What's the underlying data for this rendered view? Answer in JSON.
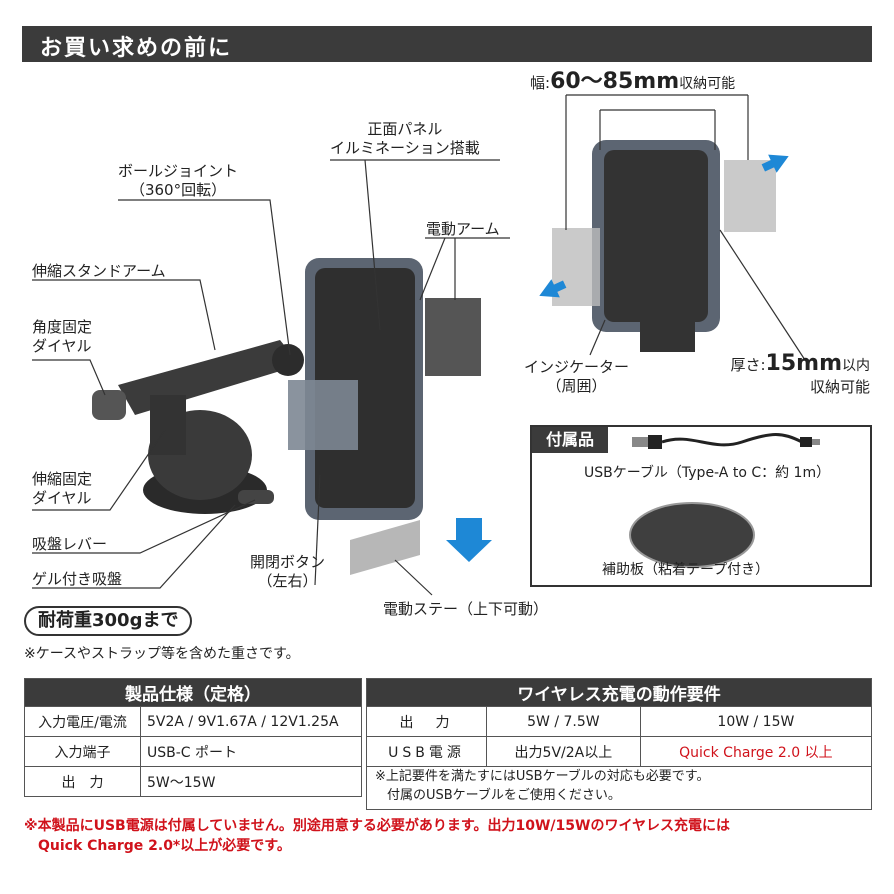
{
  "header": {
    "title": "お買い求めの前に"
  },
  "labels": {
    "ball_joint_1": "ボールジョイント",
    "ball_joint_2": "（360°回転）",
    "front_panel_1": "正面パネル",
    "front_panel_2": "イルミネーション搭載",
    "electric_arm": "電動アーム",
    "stand_arm": "伸縮スタンドアーム",
    "angle_dial_1": "角度固定",
    "angle_dial_2": "ダイヤル",
    "ext_dial_1": "伸縮固定",
    "ext_dial_2": "ダイヤル",
    "suction_lever": "吸盤レバー",
    "gel_suction": "ゲル付き吸盤",
    "open_button_1": "開閉ボタン",
    "open_button_2": "（左右）",
    "electric_stay": "電動ステー（上下可動）",
    "width_prefix": "幅:",
    "width_value": "60〜85mm",
    "width_suffix": "収納可能",
    "indicator_1": "インジケーター",
    "indicator_2": "（周囲）",
    "thickness_prefix": "厚さ:",
    "thickness_value": "15mm",
    "thickness_suffix": "以内",
    "thickness_suffix2": "収納可能"
  },
  "accessories": {
    "tag": "付属品",
    "cable": "USBケーブル（Type-A to C：約 1m）",
    "plate": "補助板（粘着テープ付き）"
  },
  "load": {
    "pill": "耐荷重300gまで",
    "note": "※ケースやストラップ等を含めた重さです。"
  },
  "spec_table": {
    "title": "製品仕様（定格）",
    "rows": [
      {
        "key": "入力電圧/電流",
        "value": "5V2A / 9V1.67A / 12V1.25A"
      },
      {
        "key": "入力端子",
        "value": "USB-C ポート"
      },
      {
        "key": "出　力",
        "value": "5W〜15W"
      }
    ]
  },
  "wireless_table": {
    "title": "ワイヤレス充電の動作要件",
    "rows": [
      {
        "key": "出　力",
        "col1": "5W / 7.5W",
        "col2": "10W / 15W"
      },
      {
        "key": "USB電源",
        "col1": "出力5V/2A以上",
        "col2": "Quick Charge 2.0 以上"
      }
    ],
    "note_1": "※上記要件を満たすにはUSBケーブルの対応も必要です。",
    "note_2": "付属のUSBケーブルをご使用ください。"
  },
  "footer": {
    "line_1": "※本製品にUSB電源は付属していません。別途用意する必要があります。出力10W/15Wのワイヤレス充電には",
    "line_2": "Quick Charge 2.0*以上が必要です。"
  },
  "colors": {
    "dark_bar": "#3b3b3b",
    "accent_blue": "#1e88d6",
    "red": "#d0121b"
  }
}
